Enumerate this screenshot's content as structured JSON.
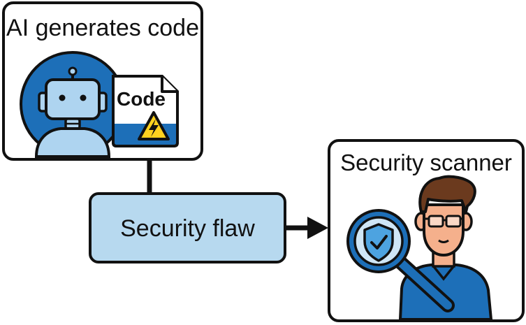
{
  "ai_box": {
    "title": "AI generates code",
    "code_doc_label": "Code",
    "robot_icon": "robot-icon",
    "code_icon": "code-file-icon",
    "warning_icon": "warning-bolt-icon"
  },
  "flaw_box": {
    "label": "Security flaw"
  },
  "scanner_box": {
    "title": "Security scanner",
    "person_icon": "person-with-glasses-icon",
    "magnifier_icon": "magnifier-shield-icon"
  },
  "colors": {
    "outline": "#111111",
    "robot_circle": "#1d6fb8",
    "robot_body": "#aed4f0",
    "flaw_fill": "#b7d9ef",
    "doc_band": "#1d6fb8",
    "warning_yellow": "#ffd21f",
    "skin": "#f5b08c",
    "hair": "#6b3a1e",
    "shirt": "#1d6fb8",
    "shield": "#4da3e0"
  }
}
